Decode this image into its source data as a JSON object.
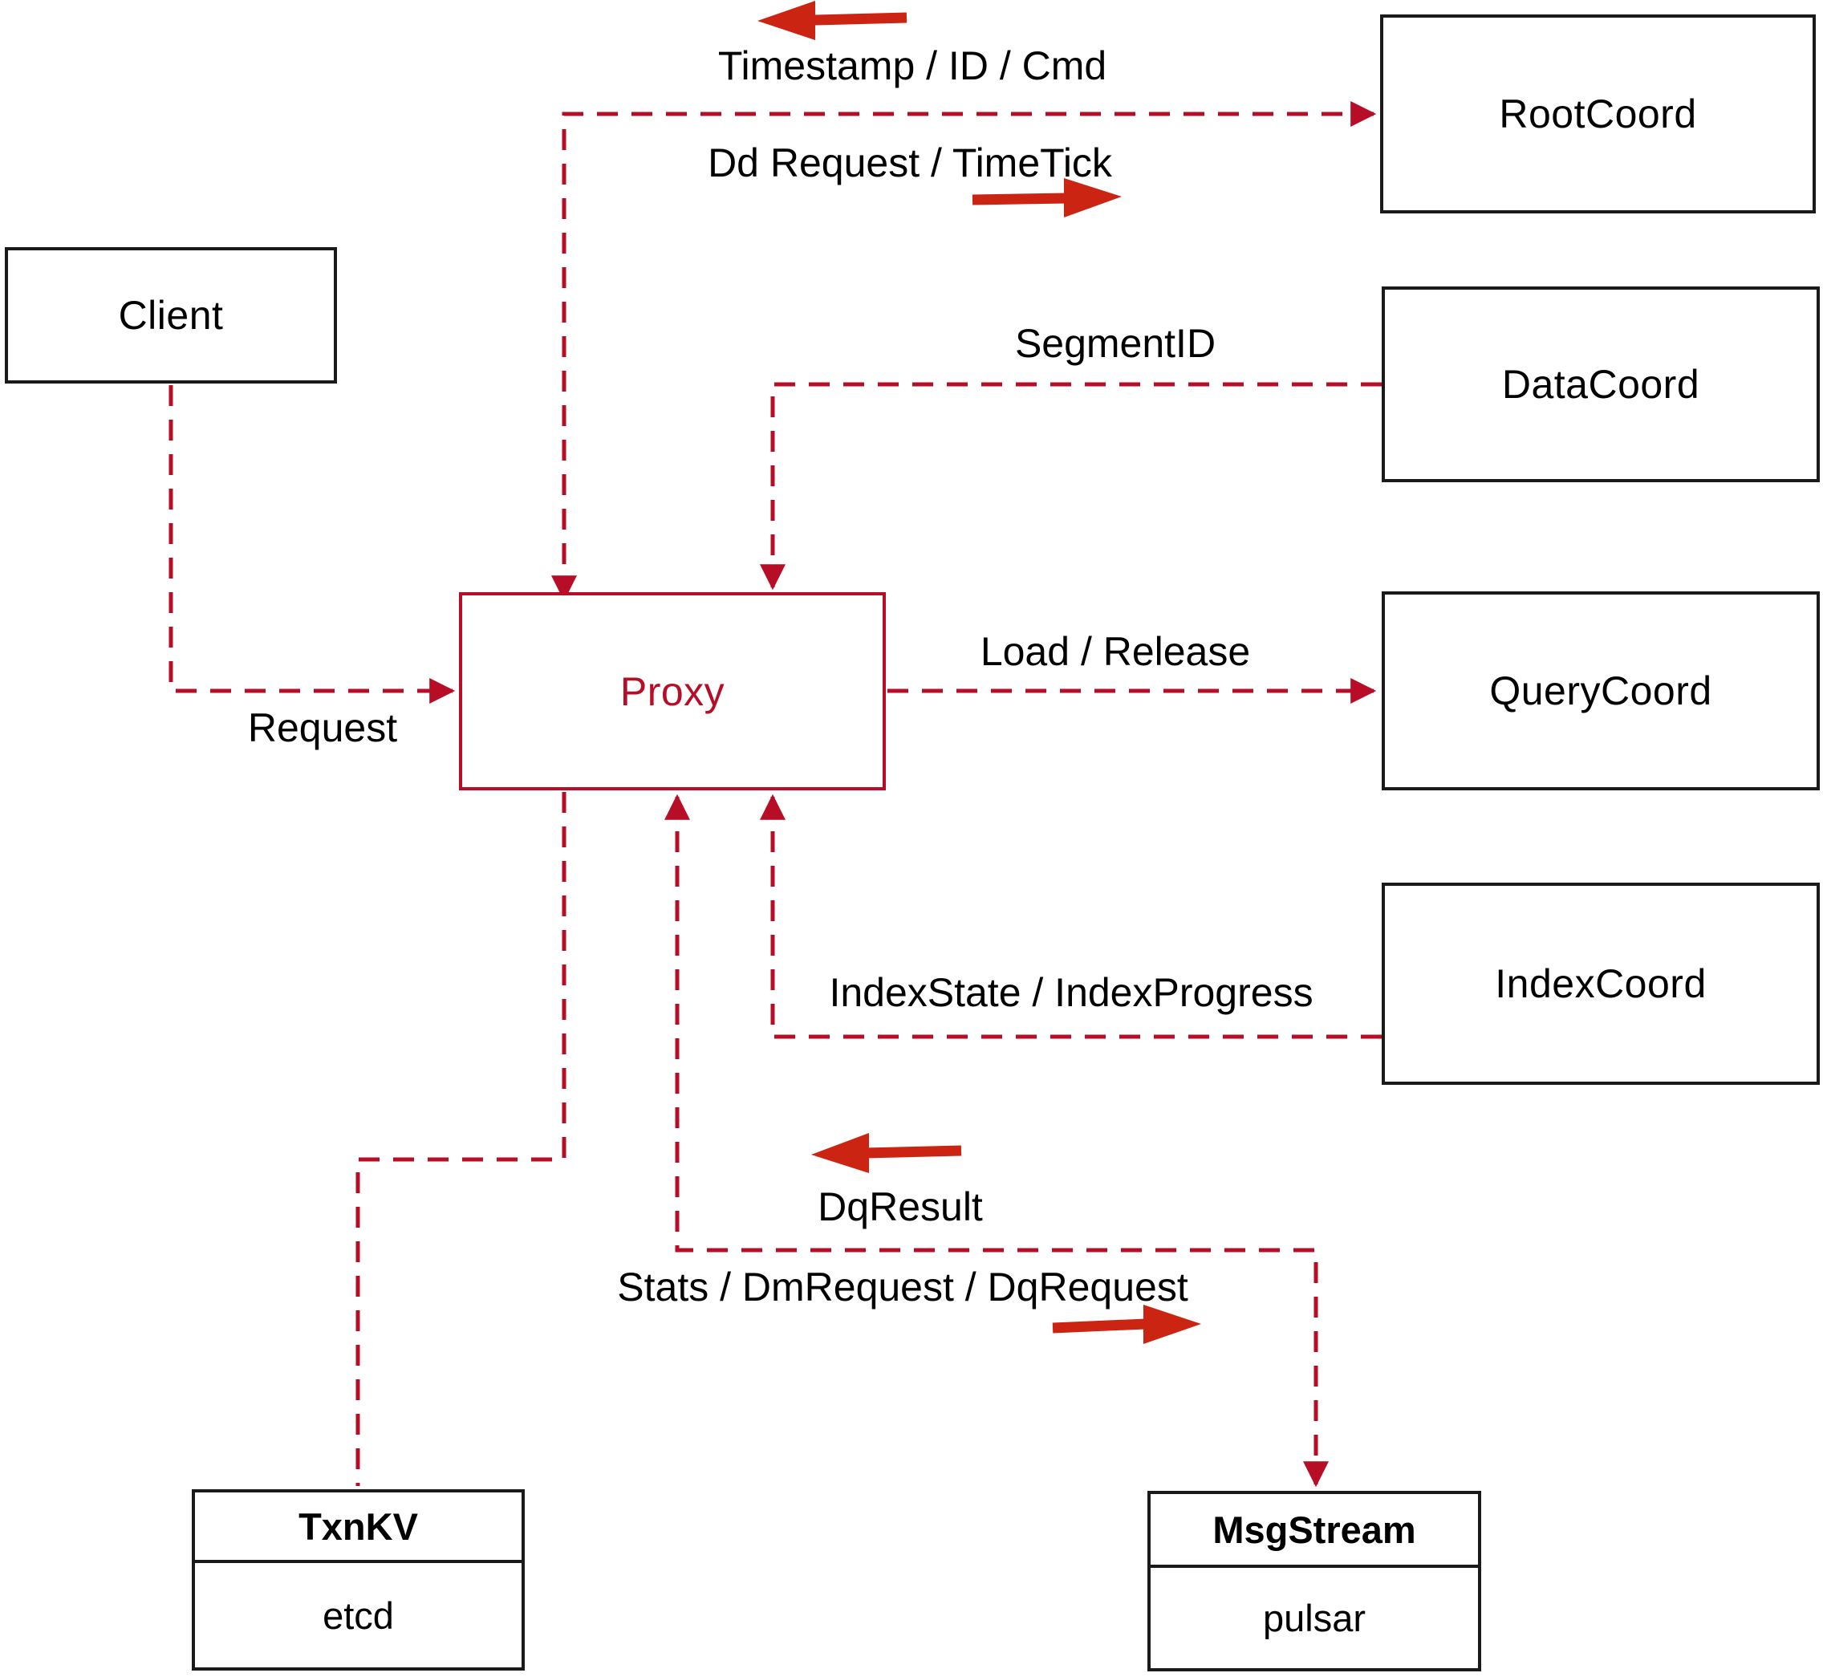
{
  "diagram": {
    "colors": {
      "line": "#b80d26",
      "accent": "#cc2412",
      "border": "#1a1a1a",
      "text": "#000000",
      "bg": "#ffffff"
    },
    "nodes": {
      "client": {
        "label": "Client"
      },
      "proxy": {
        "label": "Proxy"
      },
      "root_coord": {
        "label": "RootCoord"
      },
      "data_coord": {
        "label": "DataCoord"
      },
      "query_coord": {
        "label": "QueryCoord"
      },
      "index_coord": {
        "label": "IndexCoord"
      },
      "txn_kv": {
        "title": "TxnKV",
        "subtitle": "etcd"
      },
      "msg_stream": {
        "title": "MsgStream",
        "subtitle": "pulsar"
      }
    },
    "edge_labels": {
      "timestamp_id_cmd": "Timestamp / ID / Cmd",
      "dd_request_timetick": "Dd Request / TimeTick",
      "segment_id": "SegmentID",
      "load_release": "Load / Release",
      "index_state_progress": "IndexState / IndexProgress",
      "request": "Request",
      "dq_result": "DqResult",
      "stats_dm_dq_request": "Stats / DmRequest / DqRequest"
    }
  }
}
